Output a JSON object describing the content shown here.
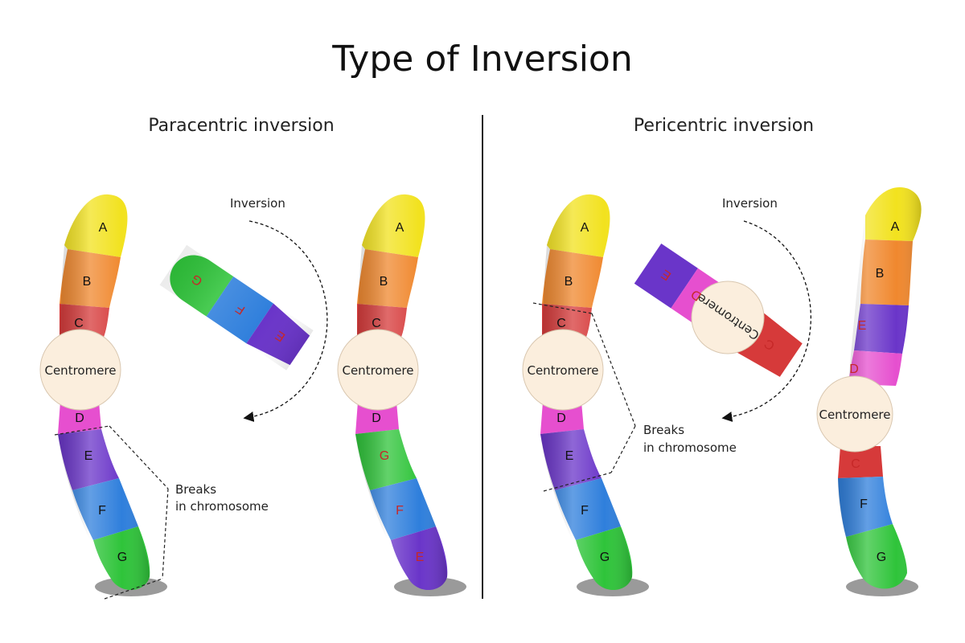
{
  "title": "Type of Inversion",
  "panels": {
    "left": {
      "heading": "Paracentric inversion",
      "inversion_label": "Inversion",
      "breaks_label_line1": "Breaks",
      "breaks_label_line2": "in chromosome"
    },
    "right": {
      "heading": "Pericentric inversion",
      "inversion_label": "Inversion",
      "breaks_label_line1": "Breaks",
      "breaks_label_line2": "in chromosome"
    }
  },
  "centromere_label": "Centromere",
  "colors": {
    "A": "#f2e21e",
    "B": "#f0882e",
    "C": "#d63a3a",
    "D": "#e64fcf",
    "E": "#6a35c9",
    "F": "#2f7fdc",
    "G": "#2fc43a",
    "centromere": "#fbeedd",
    "shadow": "#9a9a9a"
  },
  "chromosomes": {
    "para_original": [
      "A",
      "B",
      "C",
      "Centromere",
      "D",
      "E",
      "F",
      "G"
    ],
    "para_inverted_segment": [
      "G",
      "F",
      "E"
    ],
    "para_result": [
      "A",
      "B",
      "C",
      "Centromere",
      "D",
      "G",
      "F",
      "E"
    ],
    "peri_original": [
      "A",
      "B",
      "C",
      "Centromere",
      "D",
      "E",
      "F",
      "G"
    ],
    "peri_inverted_segment": [
      "E",
      "D",
      "Centromere",
      "C"
    ],
    "peri_result": [
      "A",
      "B",
      "E",
      "D",
      "Centromere",
      "C",
      "F",
      "G"
    ]
  },
  "segment_letters": {
    "A": "A",
    "B": "B",
    "C": "C",
    "D": "D",
    "E": "E",
    "F": "F",
    "G": "G"
  }
}
